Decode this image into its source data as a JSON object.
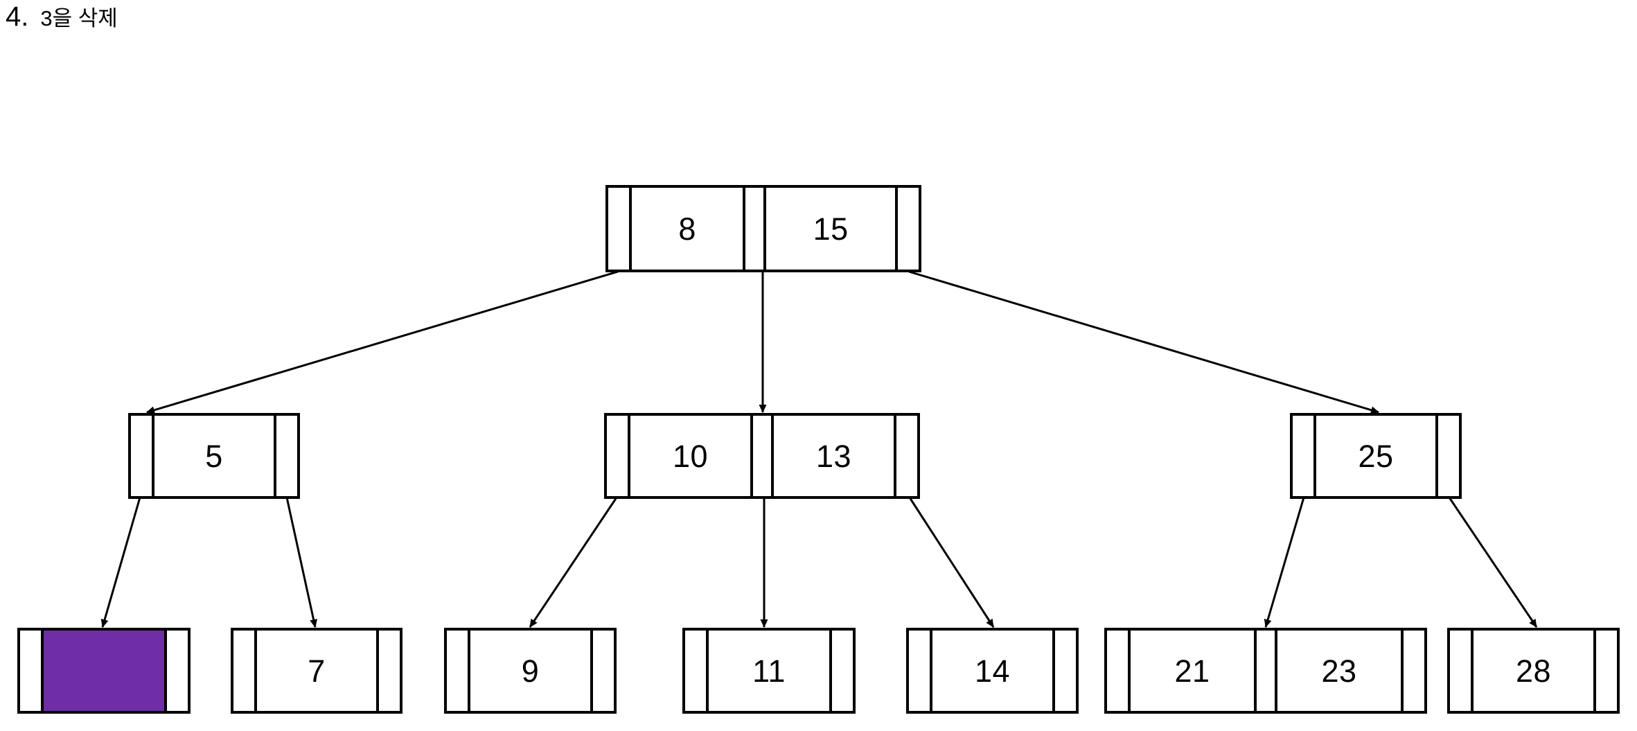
{
  "heading": {
    "marker": "4.",
    "text": "3을 삭제"
  },
  "colors": {
    "stroke": "#000000",
    "node_fill": "#ffffff",
    "highlight": "#6F2DA8",
    "background": "#ffffff"
  },
  "diagram": {
    "type": "b-tree",
    "description": "B-tree after deleting key 3; the emptied leaf slot is highlighted",
    "levels": [
      {
        "level": 0,
        "nodes": [
          {
            "id": "root",
            "keys": [
              "8",
              "15"
            ],
            "pointers": 3,
            "highlight": false
          }
        ]
      },
      {
        "level": 1,
        "nodes": [
          {
            "id": "n5",
            "keys": [
              "5"
            ],
            "pointers": 2,
            "highlight": false
          },
          {
            "id": "n10",
            "keys": [
              "10",
              "13"
            ],
            "pointers": 3,
            "highlight": false
          },
          {
            "id": "n25",
            "keys": [
              "25"
            ],
            "pointers": 2,
            "highlight": false
          }
        ]
      },
      {
        "level": 2,
        "nodes": [
          {
            "id": "l_empty",
            "keys": [
              ""
            ],
            "pointers": 2,
            "highlight": true
          },
          {
            "id": "l7",
            "keys": [
              "7"
            ],
            "pointers": 2,
            "highlight": false
          },
          {
            "id": "l9",
            "keys": [
              "9"
            ],
            "pointers": 2,
            "highlight": false
          },
          {
            "id": "l11",
            "keys": [
              "11"
            ],
            "pointers": 2,
            "highlight": false
          },
          {
            "id": "l14",
            "keys": [
              "14"
            ],
            "pointers": 2,
            "highlight": false
          },
          {
            "id": "l21",
            "keys": [
              "21",
              "23"
            ],
            "pointers": 3,
            "highlight": false
          },
          {
            "id": "l28",
            "keys": [
              "28"
            ],
            "pointers": 2,
            "highlight": false
          }
        ]
      }
    ],
    "edges": [
      {
        "from": "root",
        "to": "n5"
      },
      {
        "from": "root",
        "to": "n10"
      },
      {
        "from": "root",
        "to": "n25"
      },
      {
        "from": "n5",
        "to": "l_empty"
      },
      {
        "from": "n5",
        "to": "l7"
      },
      {
        "from": "n10",
        "to": "l9"
      },
      {
        "from": "n10",
        "to": "l11"
      },
      {
        "from": "n10",
        "to": "l14"
      },
      {
        "from": "n25",
        "to": "l21"
      },
      {
        "from": "n25",
        "to": "l28"
      }
    ]
  },
  "keys": {
    "root_0": "8",
    "root_1": "15",
    "n5_0": "5",
    "n10_0": "10",
    "n10_1": "13",
    "n25_0": "25",
    "l_empty_0": "",
    "l7_0": "7",
    "l9_0": "9",
    "l11_0": "11",
    "l14_0": "14",
    "l21_0": "21",
    "l21_1": "23",
    "l28_0": "28"
  }
}
